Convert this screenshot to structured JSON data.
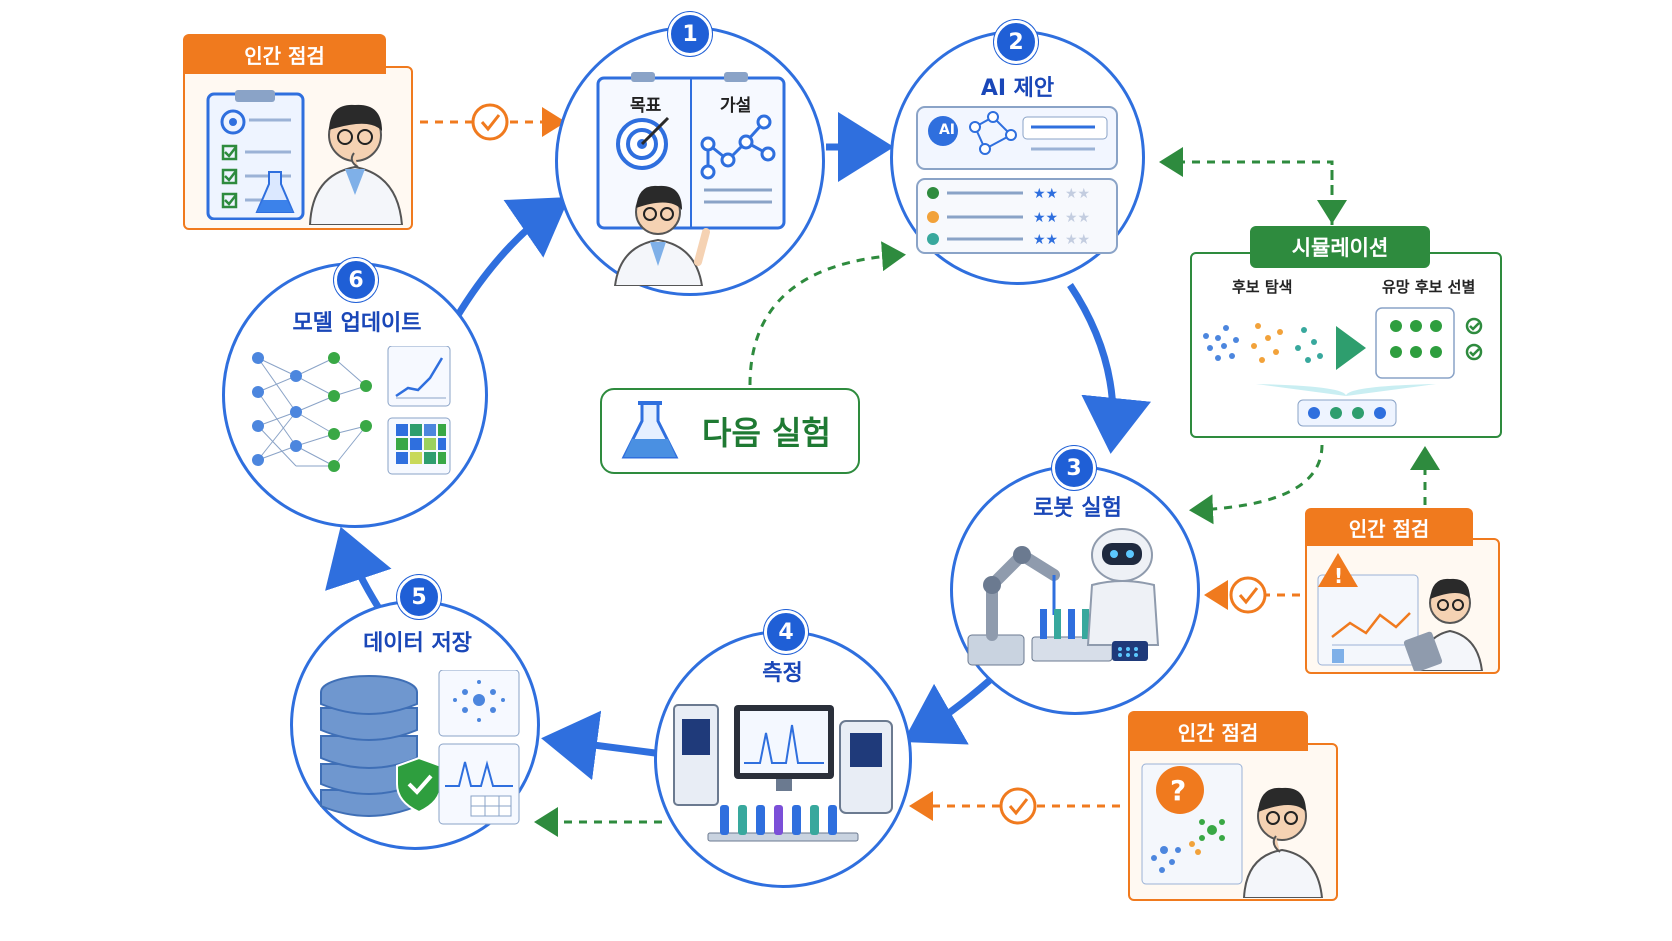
{
  "steps": {
    "s1": {
      "number": "1",
      "goal_label": "목표",
      "hypothesis_label": "가설"
    },
    "s2": {
      "number": "2",
      "title": "AI 제안",
      "ai_badge": "AI"
    },
    "s3": {
      "number": "3",
      "title": "로봇 실험"
    },
    "s4": {
      "number": "4",
      "title": "측정"
    },
    "s5": {
      "number": "5",
      "title": "데이터 저장"
    },
    "s6": {
      "number": "6",
      "title": "모델 업데이트"
    }
  },
  "human_review": {
    "top_left": {
      "label": "인간 점검"
    },
    "right": {
      "label": "인간 점검",
      "icon": "warning-icon"
    },
    "bottom": {
      "label": "인간 점검",
      "icon": "question-icon"
    }
  },
  "simulation": {
    "title": "시뮬레이션",
    "candidate_search": "후보 탐색",
    "promising_selection": "유망 후보 선별"
  },
  "center": {
    "label": "다음 실험",
    "icon": "flask-icon"
  },
  "colors": {
    "primary_blue": "#2f6fde",
    "human_orange": "#f07a1e",
    "sim_green": "#2e8b3e"
  }
}
